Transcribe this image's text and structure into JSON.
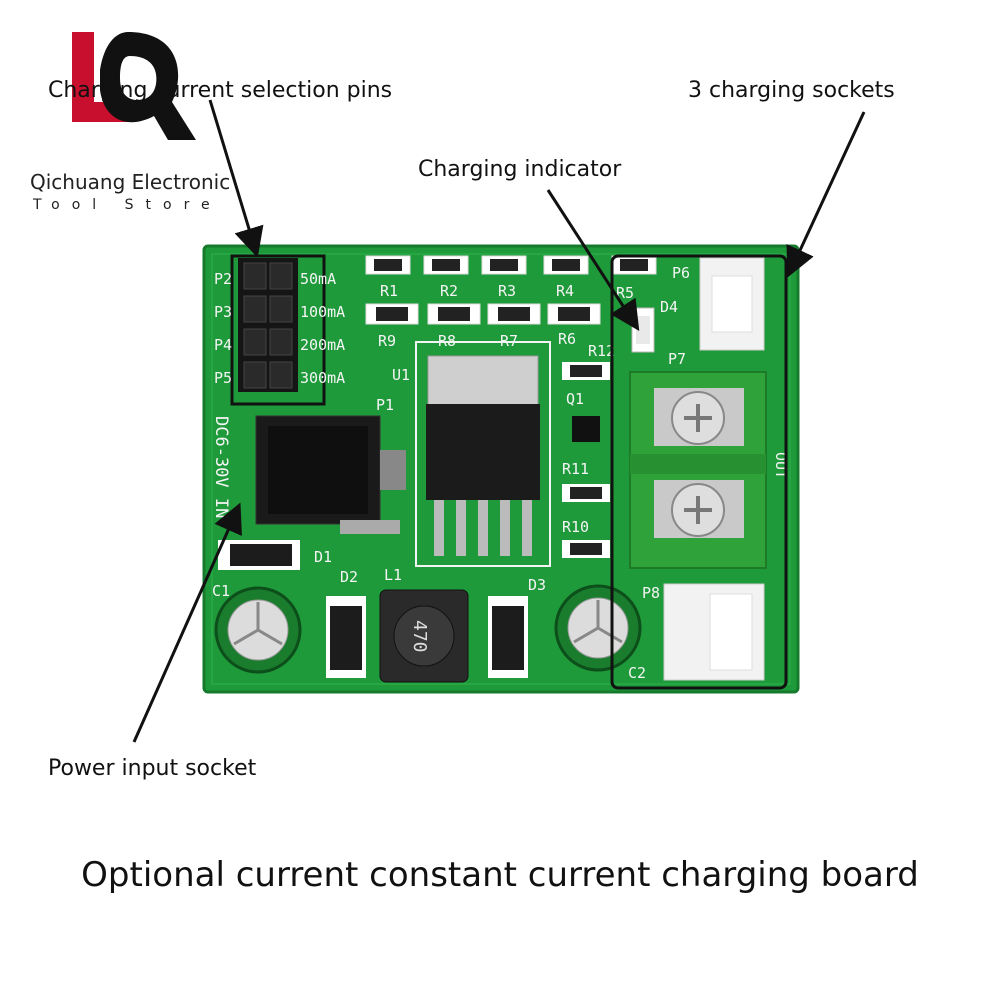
{
  "logo": {
    "company": "Qichuang Electronic",
    "store": "Tool Store",
    "colors": {
      "accent": "#c8102e",
      "dark": "#111111"
    }
  },
  "callouts": {
    "selection_pins": "Charging current selection pins",
    "sockets": "3 charging sockets",
    "indicator": "Charging indicator",
    "power_input": "Power input socket"
  },
  "caption": "Optional current constant current charging board",
  "board": {
    "colors": {
      "pcb": "#1e9a3a",
      "silkscreen": "#f4f4f4",
      "terminal": "#2fa33a"
    },
    "headers": [
      "P2",
      "P3",
      "P4",
      "P5"
    ],
    "currents": [
      "50mA",
      "100mA",
      "200mA",
      "300mA"
    ],
    "resistors_top": [
      "R1",
      "R2",
      "R3",
      "R4",
      "R5"
    ],
    "resistors_mid": [
      "R9",
      "R8",
      "R7",
      "R6"
    ],
    "refs": {
      "r12": "R12",
      "u1": "U1",
      "p1": "P1",
      "q1": "Q1",
      "r11": "R11",
      "r10": "R10",
      "d1": "D1",
      "d2": "D2",
      "d3": "D3",
      "d4": "D4",
      "l1": "L1",
      "c1": "C1",
      "c2": "C2",
      "p6": "P6",
      "p7": "P7",
      "p8": "P8"
    },
    "input_label": "DC6-30V IN",
    "output_label": "OUT",
    "inductor_value": "470"
  }
}
